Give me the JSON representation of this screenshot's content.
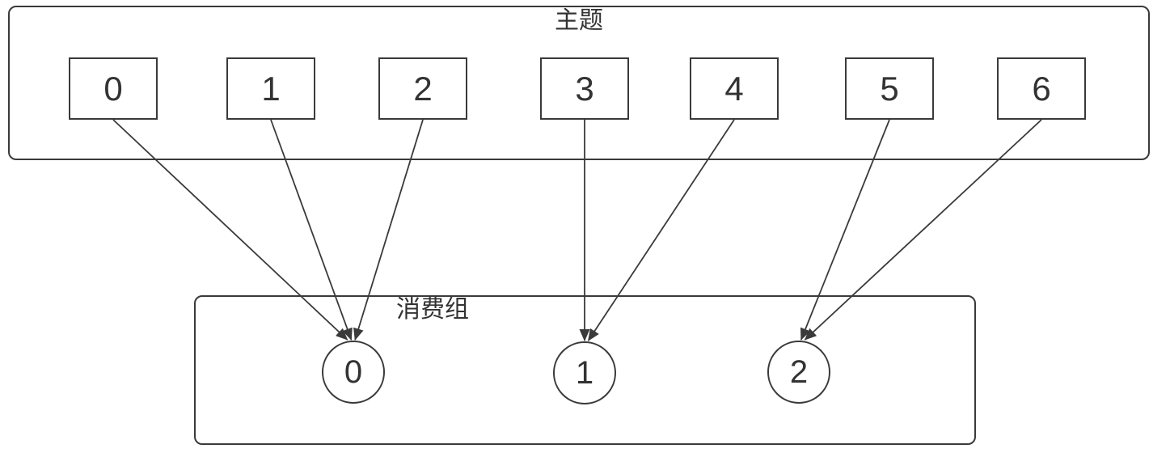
{
  "diagram": {
    "topic": {
      "title": "主题",
      "partitions": [
        {
          "label": "0"
        },
        {
          "label": "1"
        },
        {
          "label": "2"
        },
        {
          "label": "3"
        },
        {
          "label": "4"
        },
        {
          "label": "5"
        },
        {
          "label": "6"
        }
      ]
    },
    "consumer_group": {
      "title": "消费组",
      "consumers": [
        {
          "label": "0"
        },
        {
          "label": "1"
        },
        {
          "label": "2"
        }
      ]
    },
    "edges": [
      {
        "from": 0,
        "to": 0
      },
      {
        "from": 1,
        "to": 0
      },
      {
        "from": 2,
        "to": 0
      },
      {
        "from": 3,
        "to": 1
      },
      {
        "from": 4,
        "to": 1
      },
      {
        "from": 5,
        "to": 2
      },
      {
        "from": 6,
        "to": 2
      }
    ],
    "colors": {
      "stroke": "#3a3a3a",
      "text": "#333333",
      "background": "#ffffff"
    }
  }
}
